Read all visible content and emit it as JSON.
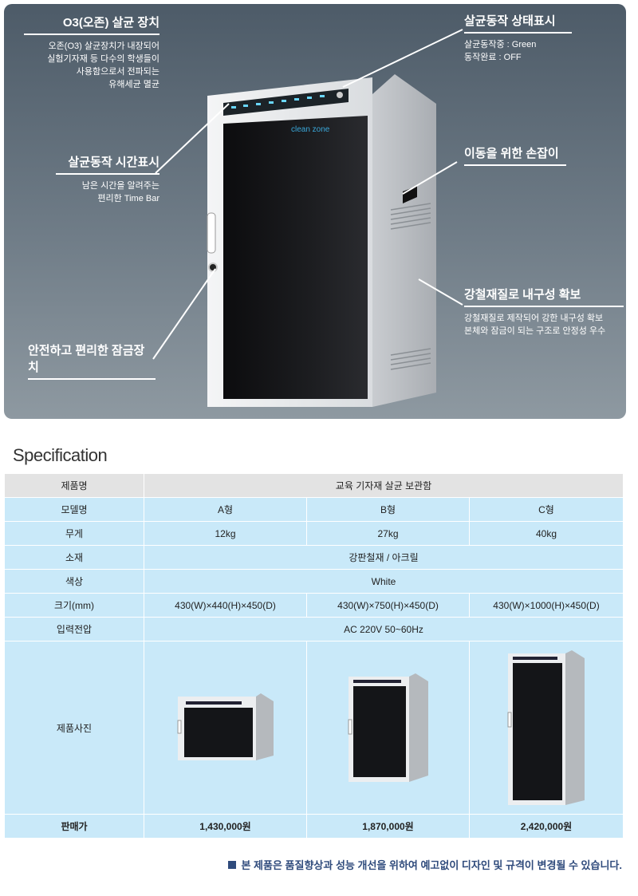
{
  "hero": {
    "brand": "clean zone",
    "callouts": [
      {
        "title": "O3(오존) 살균 장치",
        "desc": [
          "오존(O3) 살균장치가 내장되어",
          "실험기자재 등 다수의 학생들이",
          "사용함으로서 전파되는",
          "유해세균 멸균"
        ]
      },
      {
        "title": "살균동작 시간표시",
        "desc": [
          "남은 시간을 알려주는",
          "편리한 Time Bar"
        ]
      },
      {
        "title": "안전하고 편리한 잠금장치",
        "desc": []
      },
      {
        "title": "살균동작 상태표시",
        "desc": [
          "살균동작중 : Green",
          "동작완료 : OFF"
        ]
      },
      {
        "title": "이동을 위한 손잡이",
        "desc": []
      },
      {
        "title": "강철재질로 내구성 확보",
        "desc": [
          "강철재질로 제작되어 강한 내구성 확보",
          "본체와 잠금이 되는 구조로 안정성 우수"
        ]
      }
    ]
  },
  "spec": {
    "title": "Specification",
    "rows": [
      {
        "label": "제품명",
        "value": "교육 기자재 살균 보관함"
      },
      {
        "label": "모델명",
        "values": [
          "A형",
          "B형",
          "C형"
        ]
      },
      {
        "label": "무게",
        "values": [
          "12kg",
          "27kg",
          "40kg"
        ]
      },
      {
        "label": "소재",
        "value": "강판철재 / 아크릴"
      },
      {
        "label": "색상",
        "value": "White"
      },
      {
        "label": "크기(mm)",
        "values": [
          "430(W)×440(H)×450(D)",
          "430(W)×750(H)×450(D)",
          "430(W)×1000(H)×450(D)"
        ]
      },
      {
        "label": "입력전압",
        "value": "AC 220V 50~60Hz"
      },
      {
        "label": "제품사진"
      },
      {
        "label": "판매가",
        "values": [
          "1,430,000원",
          "1,870,000원",
          "2,420,000원"
        ]
      }
    ]
  },
  "note": "본 제품은 품질향상과 성능 개선을 위하여 예고없이 디자인 및 규격이 변경될 수 있습니다."
}
